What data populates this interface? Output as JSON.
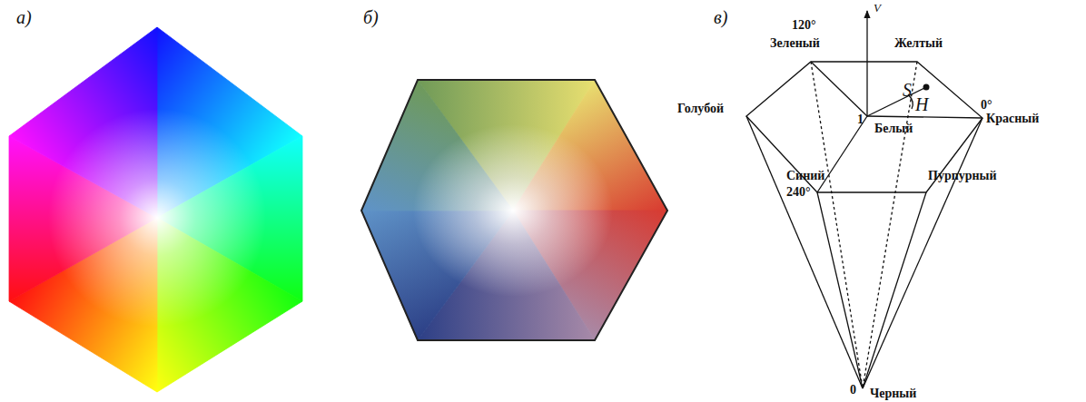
{
  "diagram": {
    "labels": [
      "а)",
      "б)",
      "в)",
      "120°",
      "Зеленый",
      "Желтый",
      "V",
      "Голубой",
      "S",
      "H",
      "0°",
      "1",
      "Белый",
      "Красный",
      "Синий",
      "240°",
      "Пурпурный",
      "0",
      "Черный"
    ]
  }
}
